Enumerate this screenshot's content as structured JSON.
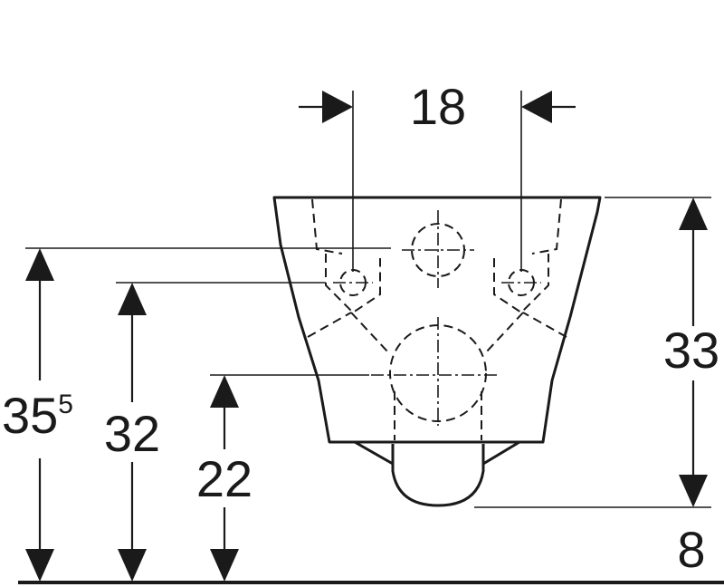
{
  "dimensions": {
    "top_width": "18",
    "overall_height": "33",
    "bottom_clearance": "8",
    "left_outer_base": "35",
    "left_outer_sup": "5",
    "left_middle": "32",
    "left_inner": "22"
  },
  "colors": {
    "line": "#1a1a1a",
    "background": "#ffffff"
  }
}
